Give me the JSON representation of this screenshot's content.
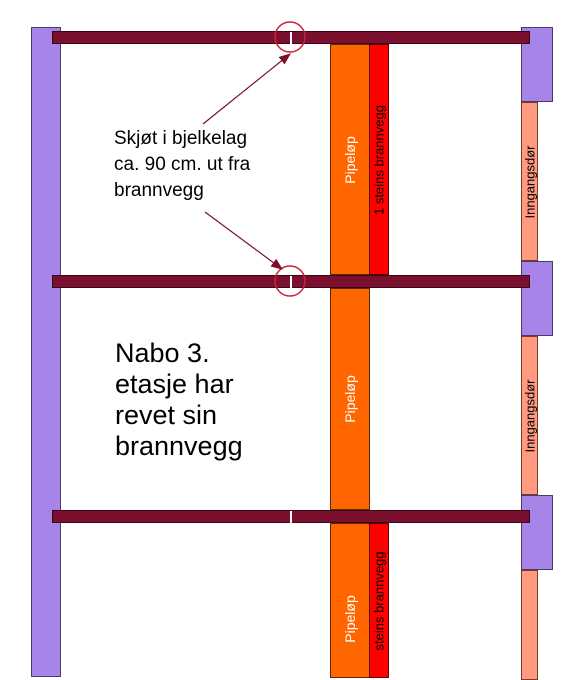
{
  "annotation": {
    "lines": [
      "Skjøt i bjelkelag",
      "ca. 90 cm. ut fra",
      "brannvegg"
    ]
  },
  "note": {
    "lines": [
      "Nabo 3.",
      "etasje har",
      "revet sin",
      "brannvegg"
    ]
  },
  "labels": {
    "pipe": "Pipeløp",
    "firewall": "1 steins brannvegg",
    "firewall_partial": "steins brannvegg",
    "door": "Inngangsdør"
  },
  "colors": {
    "beam": "#7a0f2e",
    "wall": "#a684e8",
    "pipe": "#ff6600",
    "firewall": "#ff0000",
    "door": "#ff9980",
    "marker": "#d0203a"
  }
}
